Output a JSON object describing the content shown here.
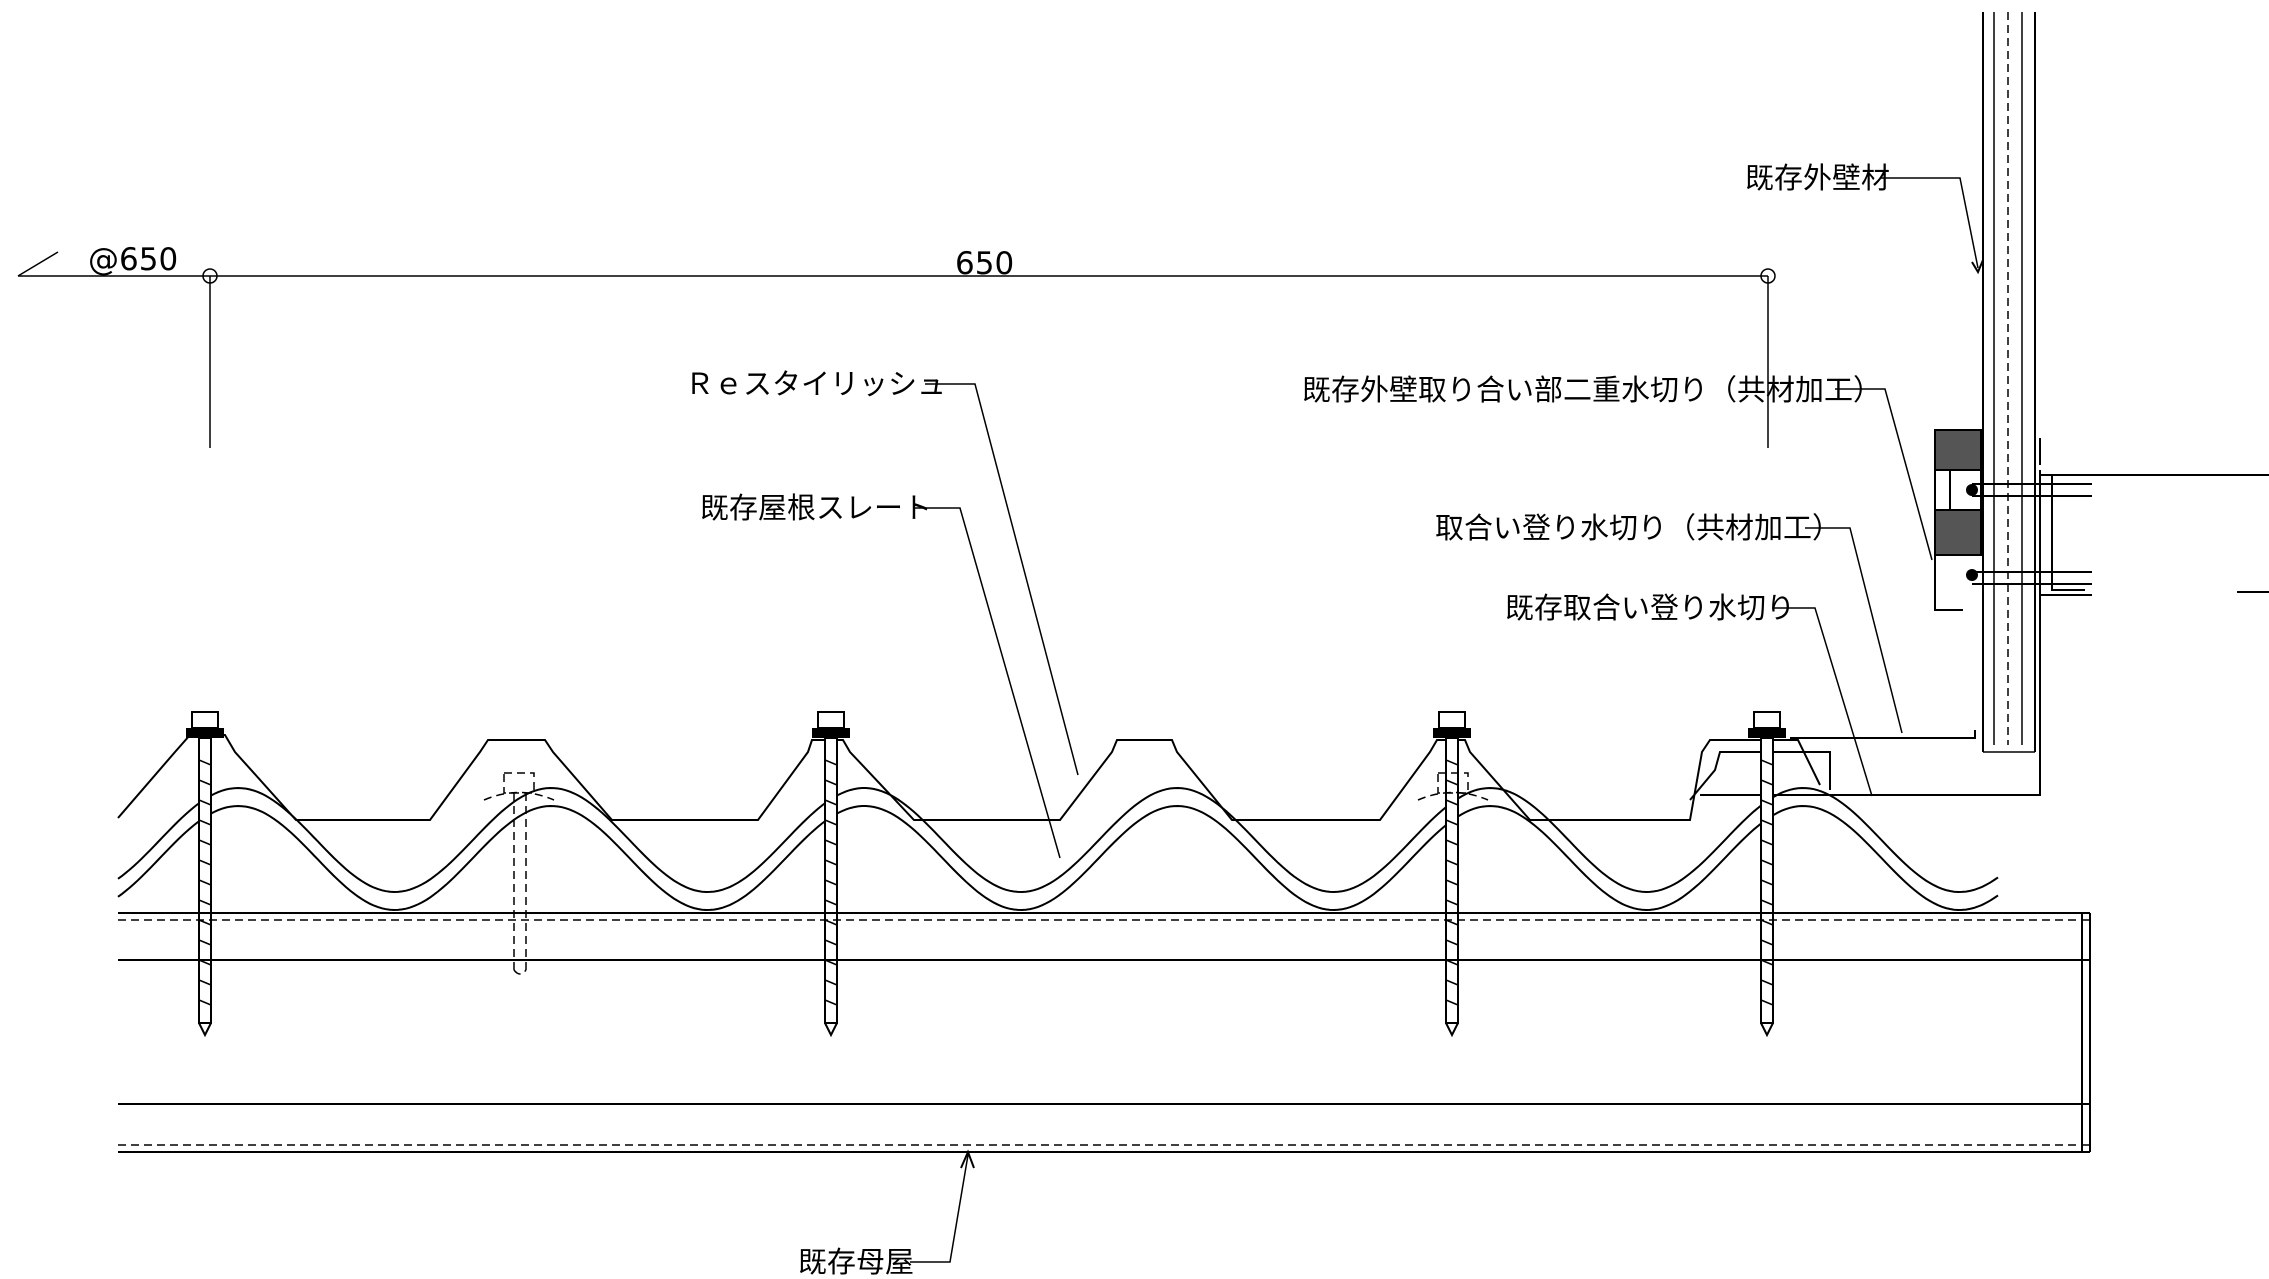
{
  "dimension": {
    "spacing_note": "@650",
    "span_value": "650"
  },
  "labels": {
    "existing_wall": "既存外壁材",
    "double_flashing": "既存外壁取り合い部二重水切り（共材加工）",
    "re_stylish": "Ｒｅスタイリッシュ",
    "existing_slate": "既存屋根スレート",
    "rising_flashing_new": "取合い登り水切り（共材加工）",
    "rising_flashing_existing": "既存取合い登り水切り",
    "existing_purlin": "既存母屋"
  }
}
